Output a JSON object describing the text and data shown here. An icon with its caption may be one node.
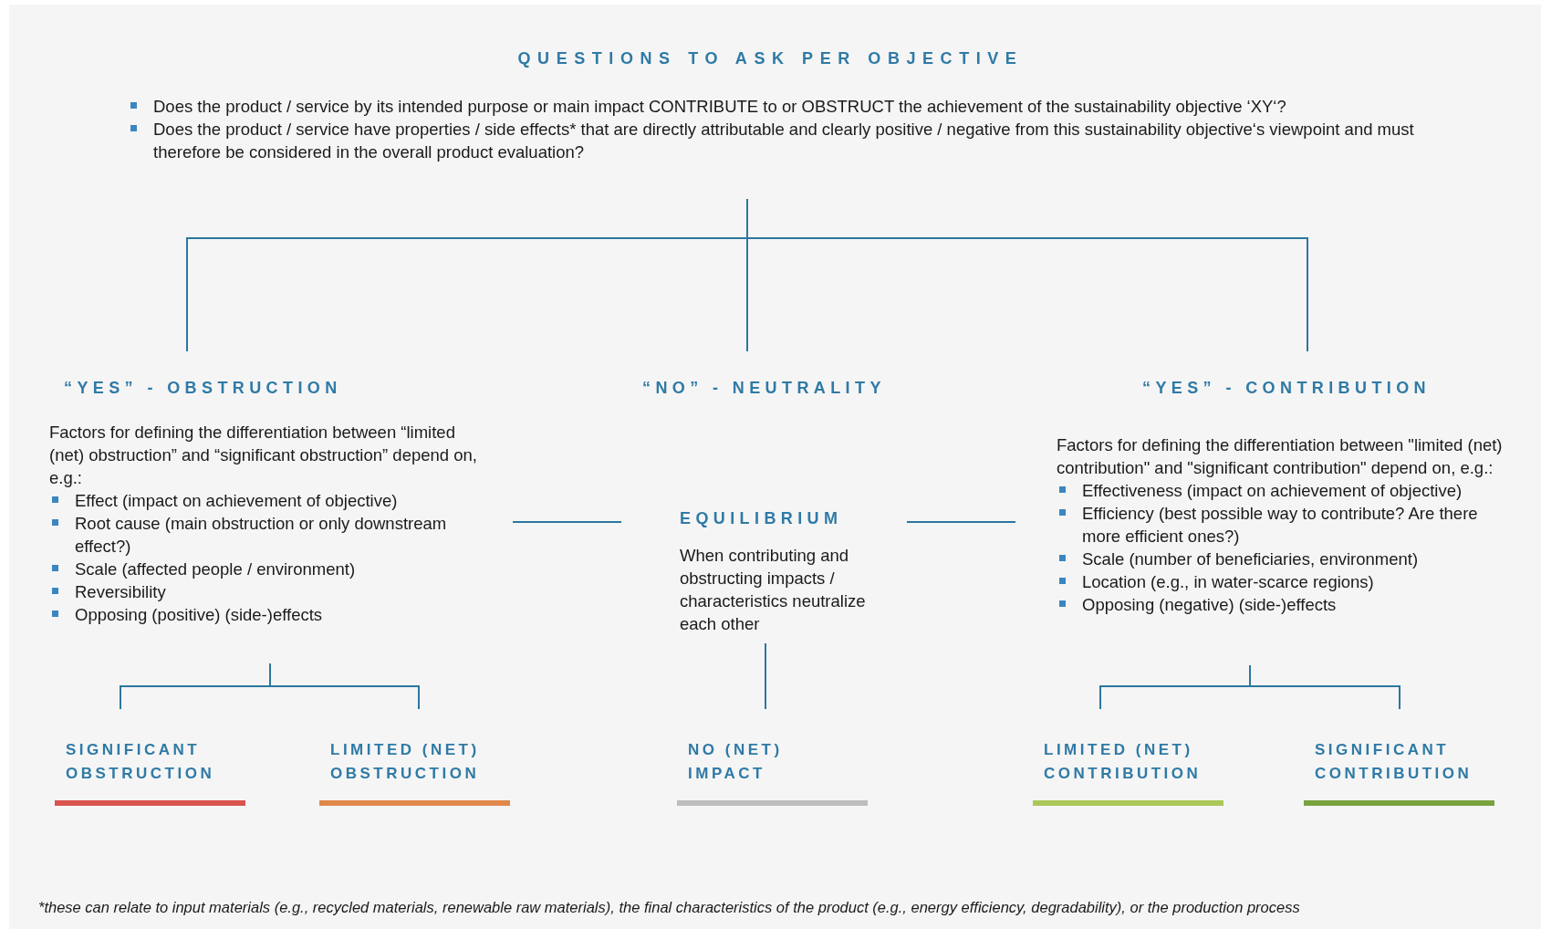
{
  "diagram": {
    "title": "QUESTIONS TO ASK PER OBJECTIVE",
    "nodes": [
      {
        "text": [
          "Does the product / service by its intended purpose or main impact CONTRIBUTE to or OBSTRUCT the achievement of the sustainability objective ‘XY‘?",
          "Does the product / service have properties / side effects* that are directly attributable and clearly positive / negative from this sustainability objective‘s viewpoint and must therefore be considered in the overall product evaluation?"
        ]
      },
      {
        "text": [
          "“YES” - OBSTRUCTION",
          "Factors for defining the differentiation between “limited (net) obstruction” and “significant obstruction” depend on, e.g.:",
          "Effect (impact on achievement of objective)",
          "Root cause (main obstruction or only downstream effect?)",
          "Scale (affected people / environment)",
          "Reversibility",
          "Opposing (positive) (side-)effects"
        ]
      },
      {
        "text": [
          "“NO” - NEUTRALITY"
        ]
      },
      {
        "text": [
          "EQUILIBRIUM",
          "When contributing and obstructing impacts / characteristics neutralize each other"
        ]
      },
      {
        "text": [
          "“YES” - CONTRIBUTION",
          "Factors for defining the differentiation between \"limited (net) contribution\" and \"significant contribution\" depend on, e.g.:",
          "Effectiveness (impact on achievement of objective)",
          "Efficiency (best possible way to contribute? Are there more efficient ones?)",
          "Scale (number of beneficiaries, environment)",
          "Location (e.g., in water-scarce regions)",
          "Opposing (negative) (side-)effects"
        ]
      },
      {
        "text": [
          "SIGNIFICANT OBSTRUCTION"
        ]
      },
      {
        "text": [
          "LIMITED (NET) OBSTRUCTION"
        ]
      },
      {
        "text": [
          "NO (NET) IMPACT"
        ]
      },
      {
        "text": [
          "LIMITED (NET) CONTRIBUTION"
        ]
      },
      {
        "text": [
          "SIGNIFICANT CONTRIBUTION"
        ]
      }
    ],
    "edges": [
      {
        "from": 0,
        "to": 1,
        "arrow": "none"
      },
      {
        "from": 0,
        "to": 2,
        "arrow": "none"
      },
      {
        "from": 0,
        "to": 4,
        "arrow": "none"
      },
      {
        "from": 1,
        "to": 3,
        "arrow": "none"
      },
      {
        "from": 3,
        "to": 4,
        "arrow": "none"
      },
      {
        "from": 1,
        "to": 5,
        "arrow": "none"
      },
      {
        "from": 1,
        "to": 6,
        "arrow": "none"
      },
      {
        "from": 3,
        "to": 7,
        "arrow": "none"
      },
      {
        "from": 4,
        "to": 8,
        "arrow": "none"
      },
      {
        "from": 4,
        "to": 9,
        "arrow": "none"
      }
    ],
    "caption": "*these can relate to input materials (e.g., recycled materials, renewable raw materials), the final characteristics of the product (e.g., energy efficiency, degradability), or the production process"
  }
}
